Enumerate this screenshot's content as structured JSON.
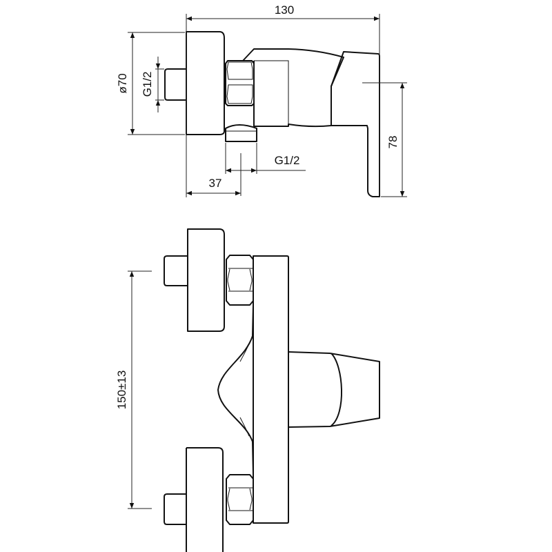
{
  "drawing": {
    "side_view": {
      "overall_width": "130",
      "plate_diameter": "ø70",
      "inlet_thread": "G1/2",
      "outlet_thread": "G1/2",
      "outlet_offset": "37",
      "lever_height": "78"
    },
    "front_view": {
      "inlet_spacing": "150±13"
    },
    "line_color": "#111111",
    "background": "#ffffff"
  }
}
